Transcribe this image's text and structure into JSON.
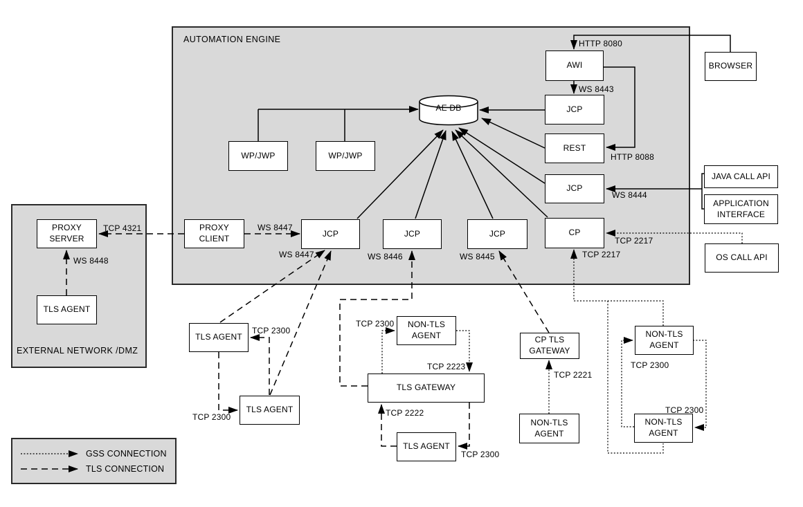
{
  "regions": {
    "automation_engine_label": "AUTOMATION ENGINE",
    "external_network_label": "EXTERNAL NETWORK /DMZ"
  },
  "nodes": {
    "awi": "AWI",
    "jcp_top": "JCP",
    "rest": "REST",
    "jcp_mid": "JCP",
    "cp": "CP",
    "wp_jwp_1": "WP/JWP",
    "wp_jwp_2": "WP/JWP",
    "ae_db": "AE DB",
    "browser": "BROWSER",
    "java_call_api": "JAVA CALL API",
    "application_interface": "APPLICATION INTERFACE",
    "os_call_api": "OS CALL API",
    "proxy_server": "PROXY SERVER",
    "proxy_client": "PROXY CLIENT",
    "tls_agent_dmz": "TLS AGENT",
    "jcp_1": "JCP",
    "jcp_2": "JCP",
    "jcp_3": "JCP",
    "tls_agent_left_upper": "TLS AGENT",
    "tls_agent_left_lower": "TLS AGENT",
    "non_tls_agent_mid": "NON-TLS AGENT",
    "tls_gateway": "TLS GATEWAY",
    "tls_agent_mid": "TLS AGENT",
    "cp_tls_gateway": "CP TLS GATEWAY",
    "non_tls_agent_cp": "NON-TLS AGENT",
    "non_tls_agent_right_upper": "NON-TLS AGENT",
    "non_tls_agent_right_lower": "NON-TLS AGENT"
  },
  "ports": {
    "http_8080": "HTTP 8080",
    "ws_8443": "WS 8443",
    "http_8088": "HTTP 8088",
    "ws_8444": "WS 8444",
    "tcp_2217_os": "TCP 2217",
    "tcp_2217_agents": "TCP 2217",
    "tcp_4321": "TCP 4321",
    "ws_8448": "WS 8448",
    "ws_8447_proxy": "WS 8447",
    "ws_8447_agents": "WS 8447",
    "ws_8446": "WS 8446",
    "ws_8445": "WS 8445",
    "tcp_2300_left_upper": "TCP 2300",
    "tcp_2300_left_lower": "TCP 2300",
    "tcp_2300_mid_nontls": "TCP 2300",
    "tcp_2223": "TCP 2223",
    "tcp_2222": "TCP 2222",
    "tcp_2300_mid_tls": "TCP 2300",
    "tcp_2221": "TCP 2221",
    "tcp_2300_right_upper": "TCP 2300",
    "tcp_2300_right_lower": "TCP 2300"
  },
  "legend": {
    "gss_label": "GSS CONNECTION",
    "tls_label": "TLS CONNECTION"
  },
  "colors": {
    "region_fill": "#d9d9d9",
    "node_fill": "#ffffff",
    "line": "#000000"
  }
}
